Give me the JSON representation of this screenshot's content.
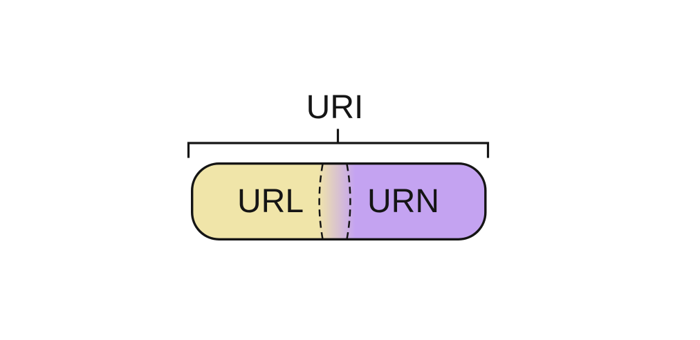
{
  "diagram": {
    "title": "URI",
    "segments": [
      {
        "label": "URL",
        "fill": "#F0E5A9"
      },
      {
        "label": "URN",
        "fill": "#C4A3F1"
      }
    ],
    "colors": {
      "outline": "#151515",
      "text": "#151515",
      "background": "#FFFFFF"
    }
  }
}
